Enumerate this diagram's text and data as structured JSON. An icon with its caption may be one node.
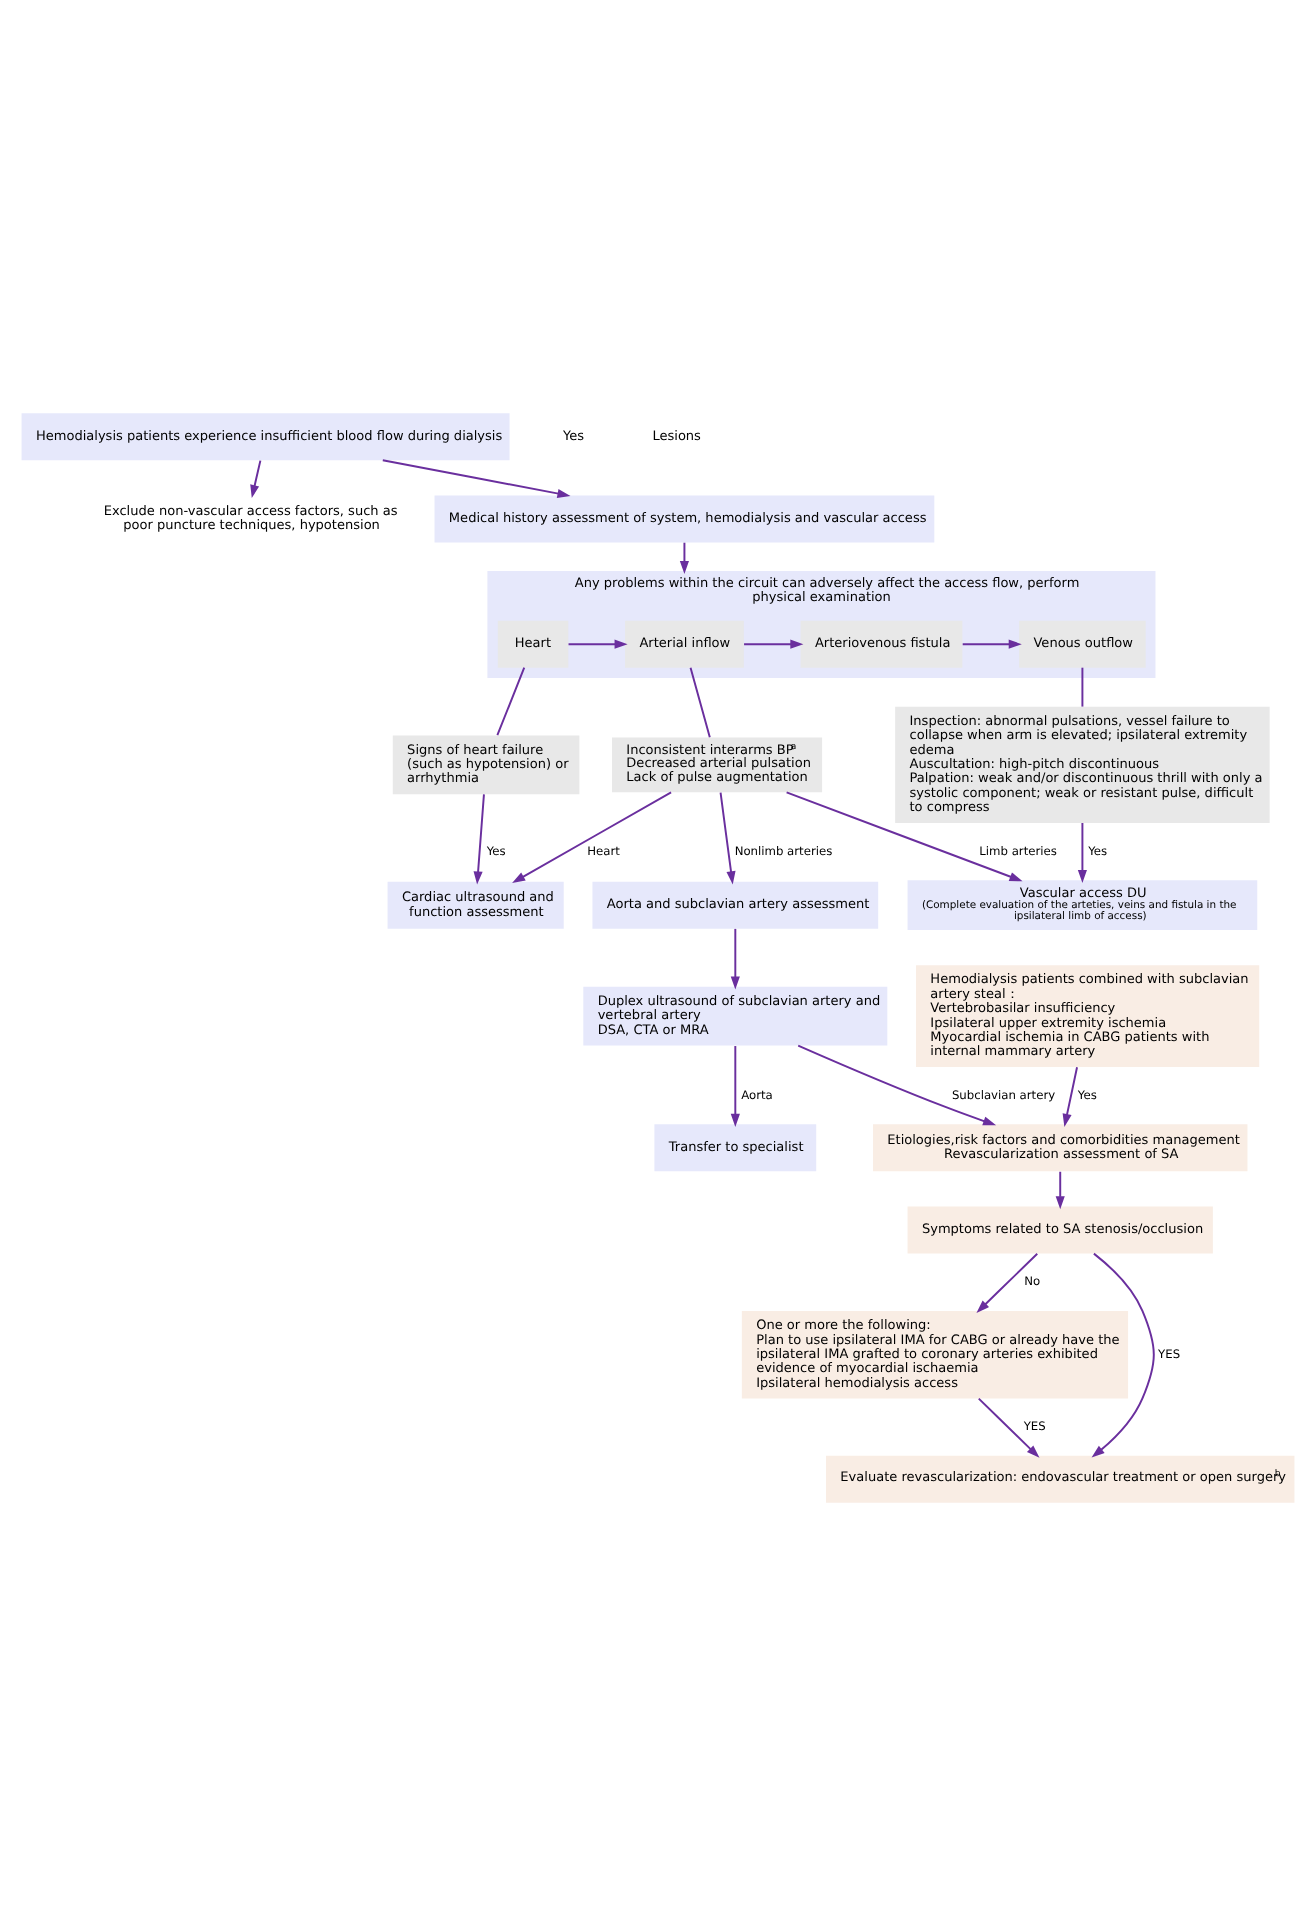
{
  "diagram": {
    "nodes": [
      {
        "text": [
          "Hemodialysis patients experience insufficient blood flow during dialysis"
        ]
      },
      {
        "text": [
          "Exclude non-vascular access factors, such as poor puncture techniques, hypotension"
        ]
      },
      {
        "text": [
          "Medical history assessment of system, hemodialysis and vascular access"
        ]
      },
      {
        "text": [
          "Any problems within the circuit can adversely affect the access flow, perform physical examination"
        ]
      },
      {
        "text": [
          "Heart"
        ],
        "in": 3
      },
      {
        "text": [
          "Arterial inflow"
        ],
        "in": 3
      },
      {
        "text": [
          "Arteriovenous fistula"
        ],
        "in": 3
      },
      {
        "text": [
          "Venous outflow"
        ],
        "in": 3
      },
      {
        "text": [
          "Signs of heart failure (such as hypotension) or arrhythmia"
        ]
      },
      {
        "text": [
          "Inconsistent interarms BP$^{a}$",
          "Decreased arterial pulsation",
          "Lack of pulse augmentation"
        ]
      },
      {
        "text": [
          "Inspection: abnormal pulsations, vessel failure to collapse when arm is elevated; ipsilateral extremity edema",
          "Auscultation: high-pitch discontinuous",
          "Palpation: weak and/or discontinuous thrill with only a systolic component; weak or resistant pulse, difficult to compress"
        ]
      },
      {
        "text": [
          "Cardiac ultrasound and function assessment"
        ]
      },
      {
        "text": [
          "Vascular access DU",
          "(Complete evaluation of the arteties, veins and fistula in the ipsilateral limb of access)"
        ]
      },
      {
        "text": [
          "Aorta and subclavian artery assessment"
        ]
      },
      {
        "text": [
          "Duplex ultrasound of subclavian artery and vertebral artery",
          "DSA, CTA or MRA"
        ]
      },
      {
        "text": [
          "Transfer to specialist"
        ]
      },
      {
        "text": [
          "Hemodialysis patients combined with subclavian artery steal：",
          "Vertebrobasilar insufficiency",
          "Ipsilateral upper extremity ischemia",
          "Myocardial ischemia in CABG patients with internal mammary artery"
        ]
      },
      {
        "text": [
          "Etiologies,risk factors and comorbidities management",
          "Revascularization assessment of SA"
        ]
      },
      {
        "text": [
          "Symptoms related to SA stenosis/occlusion"
        ]
      },
      {
        "text": [
          "One or more the following:",
          "Plan to use ipsilateral IMA for CABG or already have the ipsilateral IMA grafted to coronary arteries exhibited evidence of myocardial ischaemia",
          "Ipsilateral hemodialysis access"
        ]
      },
      {
        "text": [
          "Evaluate revascularization: endovascular treatment or open surgery$^{b}$"
        ]
      }
    ],
    "edges": [
      {
        "from": 0,
        "to": 2,
        "arrow": "to"
      },
      {
        "from": 0,
        "to": 1,
        "arrow": "to"
      },
      {
        "from": 2,
        "to": 3,
        "arrow": "to"
      },
      {
        "from": 4,
        "to": 5,
        "arrow": "to"
      },
      {
        "from": 5,
        "to": 6,
        "arrow": "to"
      },
      {
        "from": 6,
        "to": 7,
        "arrow": "to"
      },
      {
        "from": 4,
        "to": 8,
        "arrow": "none"
      },
      {
        "from": 5,
        "to": 9,
        "arrow": "none"
      },
      {
        "from": 7,
        "to": 10,
        "arrow": "none"
      },
      {
        "from": 8,
        "to": 11,
        "arrow": "to",
        "label": "Yes"
      },
      {
        "from": 9,
        "to": 11,
        "arrow": "to",
        "label": "Heart"
      },
      {
        "from": 9,
        "to": 12,
        "arrow": "to",
        "label": "Limb arteries"
      },
      {
        "from": 9,
        "to": 13,
        "arrow": "to",
        "label": "Nonlimb arteries"
      },
      {
        "from": 10,
        "to": 12,
        "arrow": "to",
        "label": "Yes"
      },
      {
        "from": 13,
        "to": 14,
        "arrow": "to"
      },
      {
        "from": 14,
        "to": 15,
        "arrow": "to",
        "label": "Aorta"
      },
      {
        "from": 14,
        "to": 17,
        "arrow": "to",
        "label": "Subclavian artery"
      },
      {
        "from": 16,
        "to": 17,
        "arrow": "to",
        "label": "Yes"
      },
      {
        "from": 17,
        "to": 18,
        "arrow": "to"
      },
      {
        "from": 18,
        "to": 19,
        "arrow": "to",
        "label": "No"
      },
      {
        "from": 18,
        "to": 20,
        "arrow": "to",
        "label": "YES"
      },
      {
        "from": 19,
        "to": 20,
        "arrow": "to",
        "label": "YES"
      }
    ],
    "labels": [
      "Yes",
      "Lesions"
    ]
  }
}
